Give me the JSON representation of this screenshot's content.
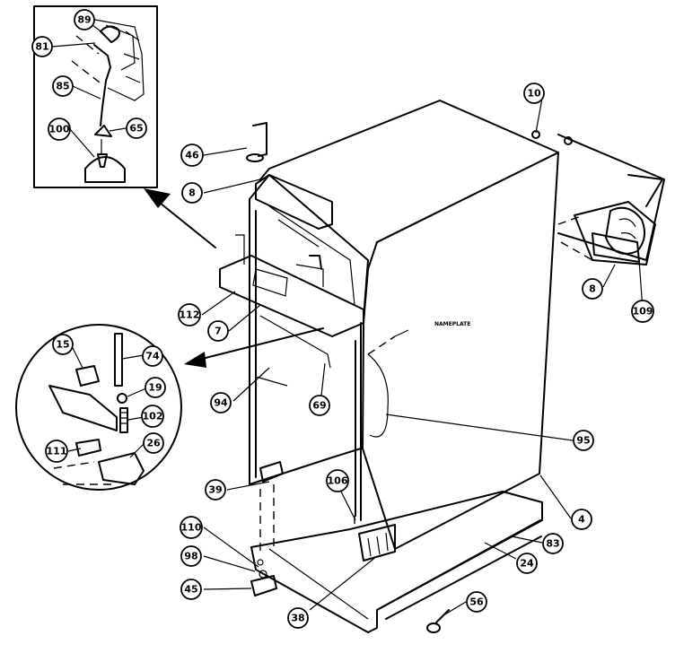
{
  "diagram": {
    "callouts": {
      "p89": "89",
      "p81": "81",
      "p85": "85",
      "p65": "65",
      "p100": "100",
      "p10": "10",
      "p46": "46",
      "p8a": "8",
      "p8b": "8",
      "p109": "109",
      "p112": "112",
      "p7": "7",
      "p15": "15",
      "p74": "74",
      "p19": "19",
      "p102": "102",
      "p111": "111",
      "p26": "26",
      "p94": "94",
      "p69": "69",
      "p95": "95",
      "p39": "39",
      "p106": "106",
      "p4": "4",
      "p83": "83",
      "p24": "24",
      "p110": "110",
      "p98": "98",
      "p45": "45",
      "p38": "38",
      "p56": "56"
    },
    "nameplate_label": "NAMEPLATE"
  }
}
